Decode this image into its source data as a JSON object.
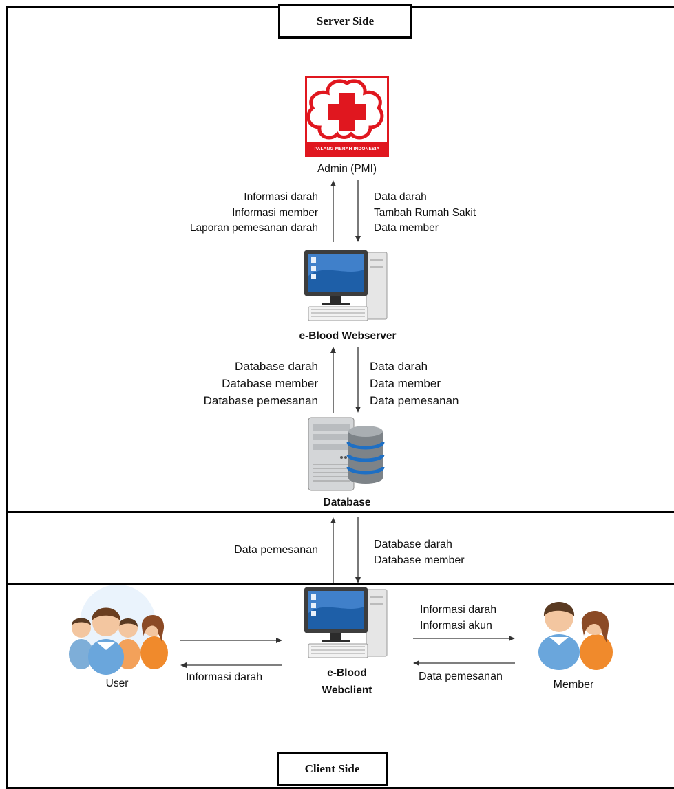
{
  "server": {
    "title": "Server Side"
  },
  "client": {
    "title": "Client Side"
  },
  "pmi": {
    "logo_text": "PALANG MERAH INDONESIA",
    "label": "Admin (PMI)"
  },
  "admin_to_server": {
    "lines": [
      "Informasi darah",
      "Informasi member",
      "Laporan pemesanan darah"
    ]
  },
  "server_to_admin": {
    "lines": [
      "Data darah",
      "Tambah Rumah Sakit",
      "Data member"
    ]
  },
  "webserver": {
    "label": "e-Blood Webserver"
  },
  "db_up": {
    "lines": [
      "Database darah",
      "Database member",
      "Database pemesanan"
    ]
  },
  "db_down": {
    "lines": [
      "Data darah",
      "Data member",
      "Data pemesanan"
    ]
  },
  "database": {
    "label": "Database"
  },
  "client_up": {
    "lines": [
      "Data pemesanan"
    ]
  },
  "client_down": {
    "lines": [
      "Database darah",
      "Database member"
    ]
  },
  "webclient": {
    "label_1": "e-Blood",
    "label_2": "Webclient"
  },
  "user": {
    "label": "User",
    "to_user": "Informasi darah"
  },
  "member": {
    "label": "Member",
    "to_member": [
      "Informasi darah",
      "Informasi akun"
    ],
    "from_member": "Data pemesanan"
  },
  "colors": {
    "red": "#e0171f",
    "monitor_blue": "#1e5fa8",
    "arrow": "#333333"
  }
}
